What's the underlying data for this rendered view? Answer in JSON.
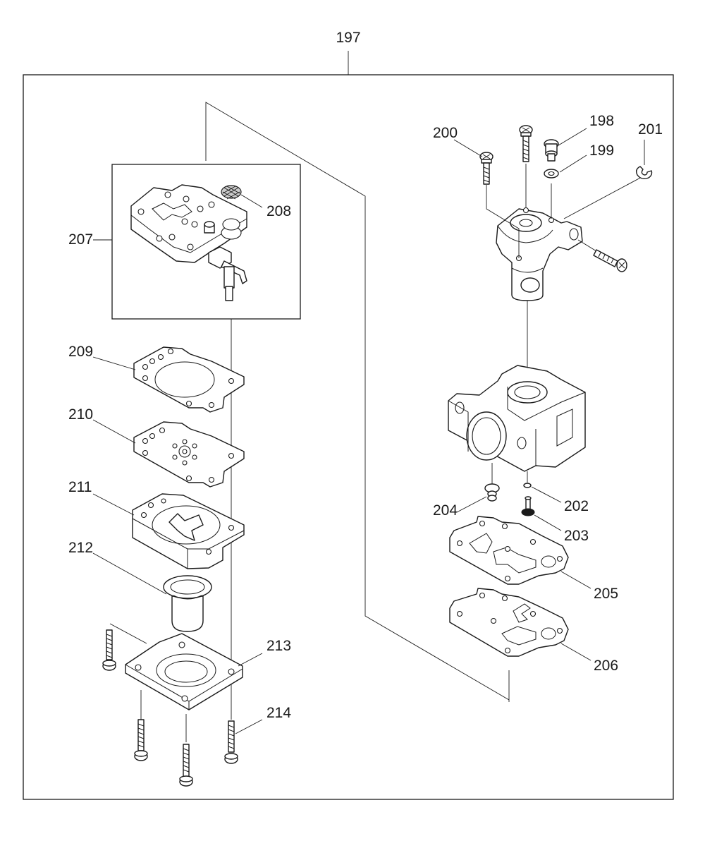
{
  "diagram": {
    "callouts": {
      "c197": "197",
      "c198": "198",
      "c199": "199",
      "c200": "200",
      "c201": "201",
      "c202": "202",
      "c203": "203",
      "c204": "204",
      "c205": "205",
      "c206": "206",
      "c207": "207",
      "c208": "208",
      "c209": "209",
      "c210": "210",
      "c211": "211",
      "c212": "212",
      "c213": "213",
      "c214": "214"
    }
  }
}
